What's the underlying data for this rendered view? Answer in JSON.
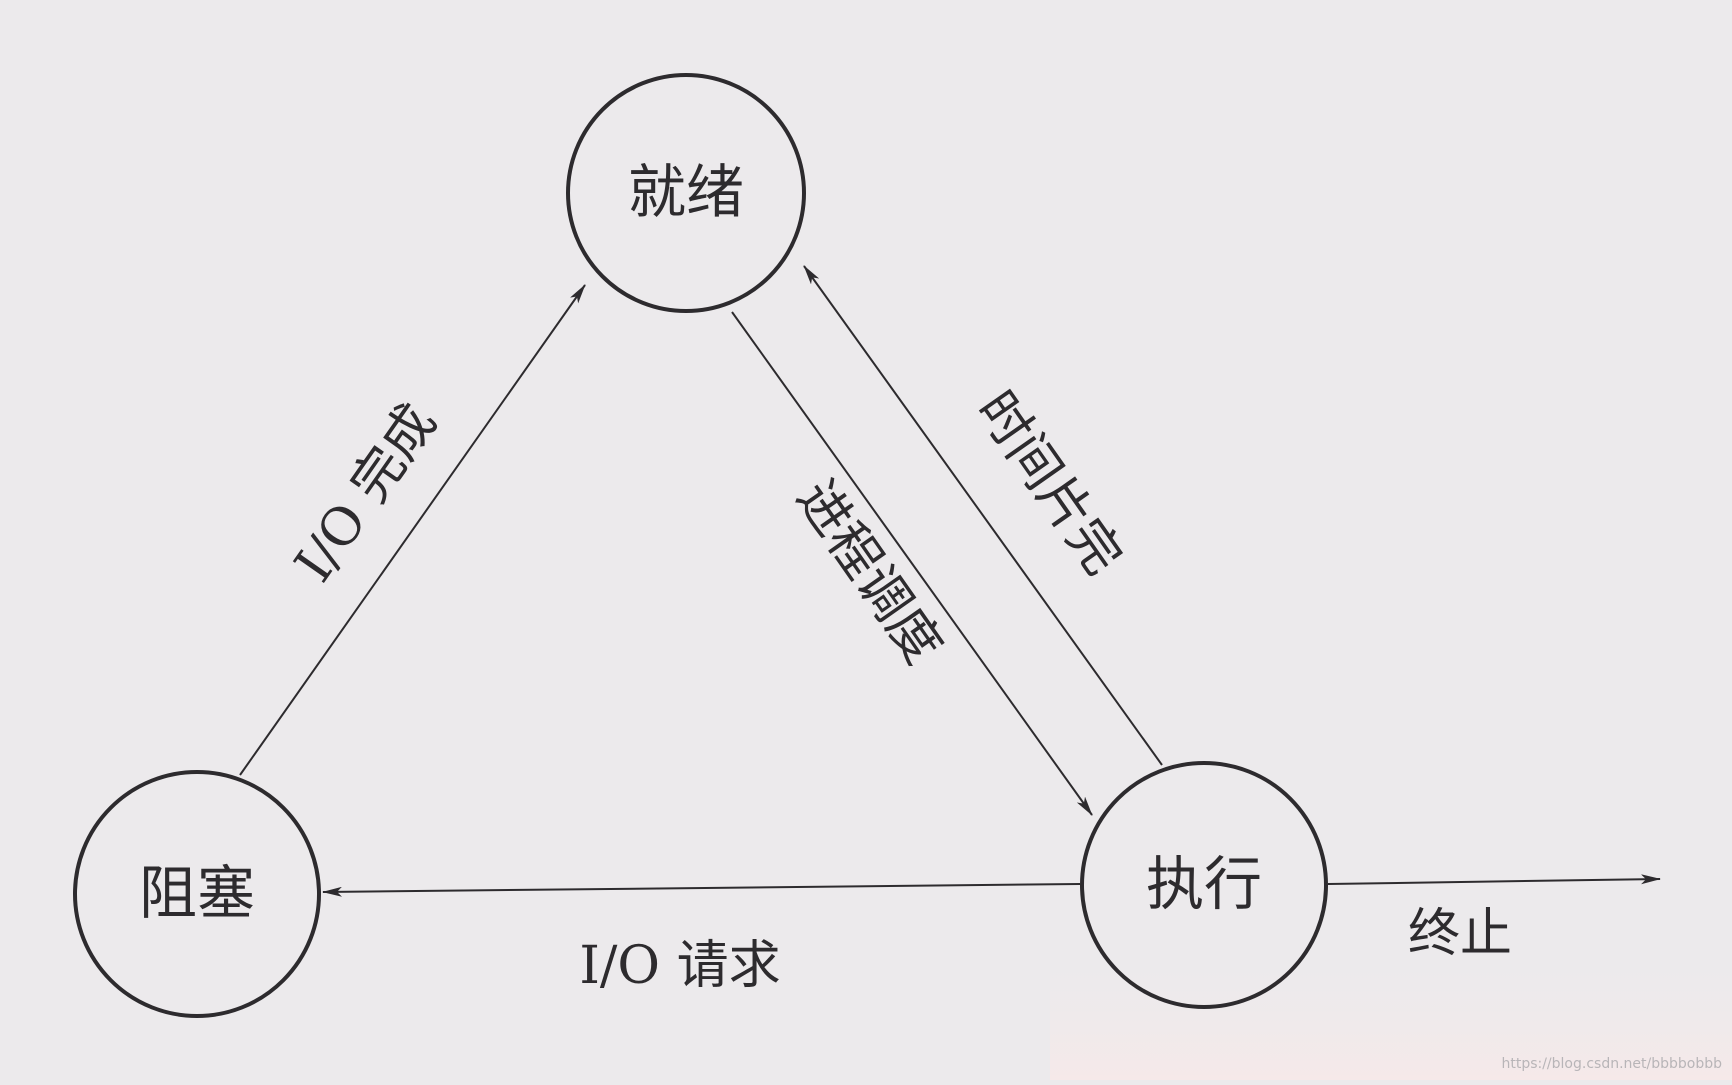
{
  "diagram": {
    "states": {
      "ready": "就绪",
      "blocked": "阻塞",
      "running": "执行"
    },
    "transitions": {
      "io_complete": "I/O 完成",
      "dispatch": "进程调度",
      "timeout": "时间片完",
      "io_request": "I/O 请求",
      "terminate": "终止"
    }
  },
  "watermark": "https://blog.csdn.net/bbbbobbb",
  "colors": {
    "background": "#eceaec",
    "ink": "#2d2b2e"
  }
}
